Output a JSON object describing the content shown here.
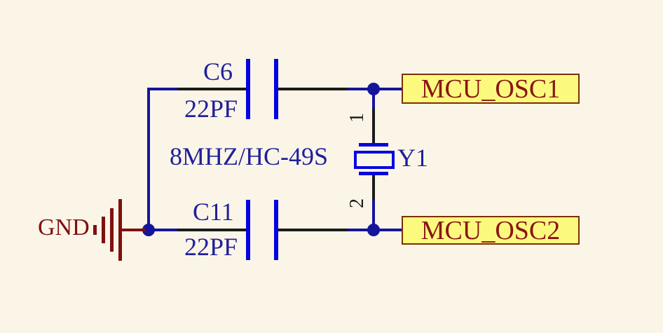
{
  "colors": {
    "background": "#FBF5E8",
    "wire": "#15159B",
    "component_blue": "#0404DF",
    "pin_black": "#1A1A1A",
    "text_navy": "#20209A",
    "maroon": "#7E1010",
    "port_fill": "#FCFA7E",
    "port_border": "#7C3000",
    "port_text": "#8B1414"
  },
  "schematic": {
    "ground": {
      "label": "GND"
    },
    "capacitor_top": {
      "designator": "C6",
      "value": "22PF"
    },
    "capacitor_bottom": {
      "designator": "C11",
      "value": "22PF"
    },
    "crystal": {
      "designator": "Y1",
      "value": "8MHZ/HC-49S",
      "pin1": "1",
      "pin2": "2"
    },
    "port_top": {
      "name": "MCU_OSC1"
    },
    "port_bottom": {
      "name": "MCU_OSC2"
    }
  }
}
